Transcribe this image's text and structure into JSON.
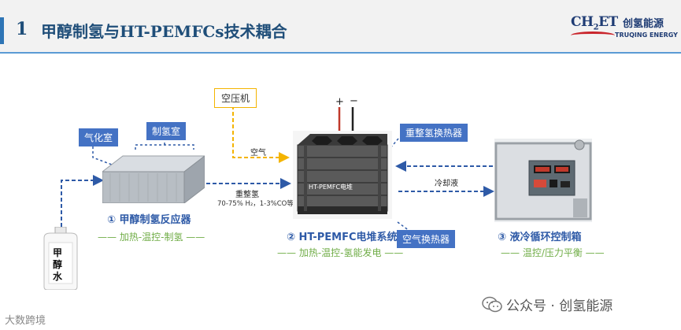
{
  "header": {
    "number": "1",
    "title": "甲醇制氢与HT-PEMFCs技术耦合",
    "logo_mark": "CH",
    "logo_mark_sub": "2",
    "logo_mark_tail": "ET",
    "logo_cn": "创氢能源",
    "logo_en": "TRUQING ENERGY"
  },
  "diagram": {
    "compressor": "空压机",
    "air": "空气",
    "gasification_chamber": "气化室",
    "hydrogen_chamber": "制氢室",
    "reformed_gas": "重整氢",
    "reformed_gas_composition": "70-75% H₂，1-3%CO等",
    "reformate_heat_exchanger": "重整氢换热器",
    "air_heat_exchanger": "空气换热器",
    "coolant": "冷却液",
    "plus": "+",
    "minus": "−",
    "stack_label": "HT-PEMFC电堆",
    "jug_text": "甲醇水",
    "reactor": {
      "title": "① 甲醇制氢反应器",
      "subtitle": "—— 加热-温控-制氢 ——"
    },
    "fuel_cell": {
      "title": "② HT-PEMFC电堆系统",
      "subtitle": "—— 加热-温控-氢能发电 ——"
    },
    "cooling": {
      "title": "③ 液冷循环控制箱",
      "subtitle": "—— 温控/压力平衡 ——"
    }
  },
  "footer": {
    "left": "大数跨境",
    "right": "公众号 · 创氢能源"
  },
  "colors": {
    "accent": "#4472c4",
    "title": "#1f4e79",
    "green": "#70ad47",
    "yellow": "#f4b400"
  }
}
